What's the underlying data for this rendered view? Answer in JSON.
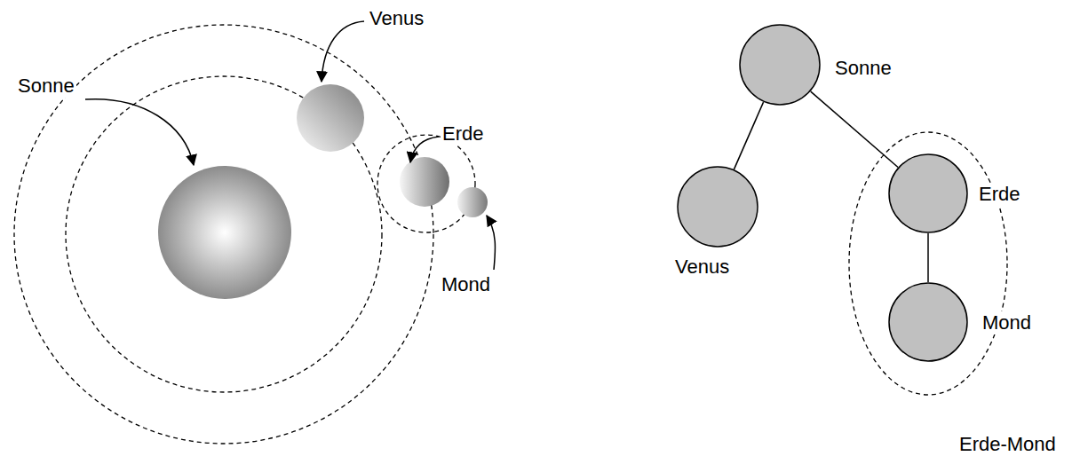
{
  "diagram": {
    "nodes": [
      {
        "text": [
          "Sonne"
        ]
      },
      {
        "text": [
          "Venus"
        ]
      },
      {
        "text": [
          "Erde-Mond"
        ]
      },
      {
        "text": [
          "Erde"
        ],
        "in": 2
      },
      {
        "text": [
          "Mond"
        ],
        "in": 2
      }
    ],
    "edges": [
      {
        "from": 0,
        "to": 1,
        "arrow": "none"
      },
      {
        "from": 0,
        "to": 3,
        "arrow": "none"
      },
      {
        "from": 3,
        "to": 4,
        "arrow": "none"
      }
    ],
    "labels": [
      "Venus",
      "Sonne",
      "Erde",
      "Mond"
    ]
  }
}
